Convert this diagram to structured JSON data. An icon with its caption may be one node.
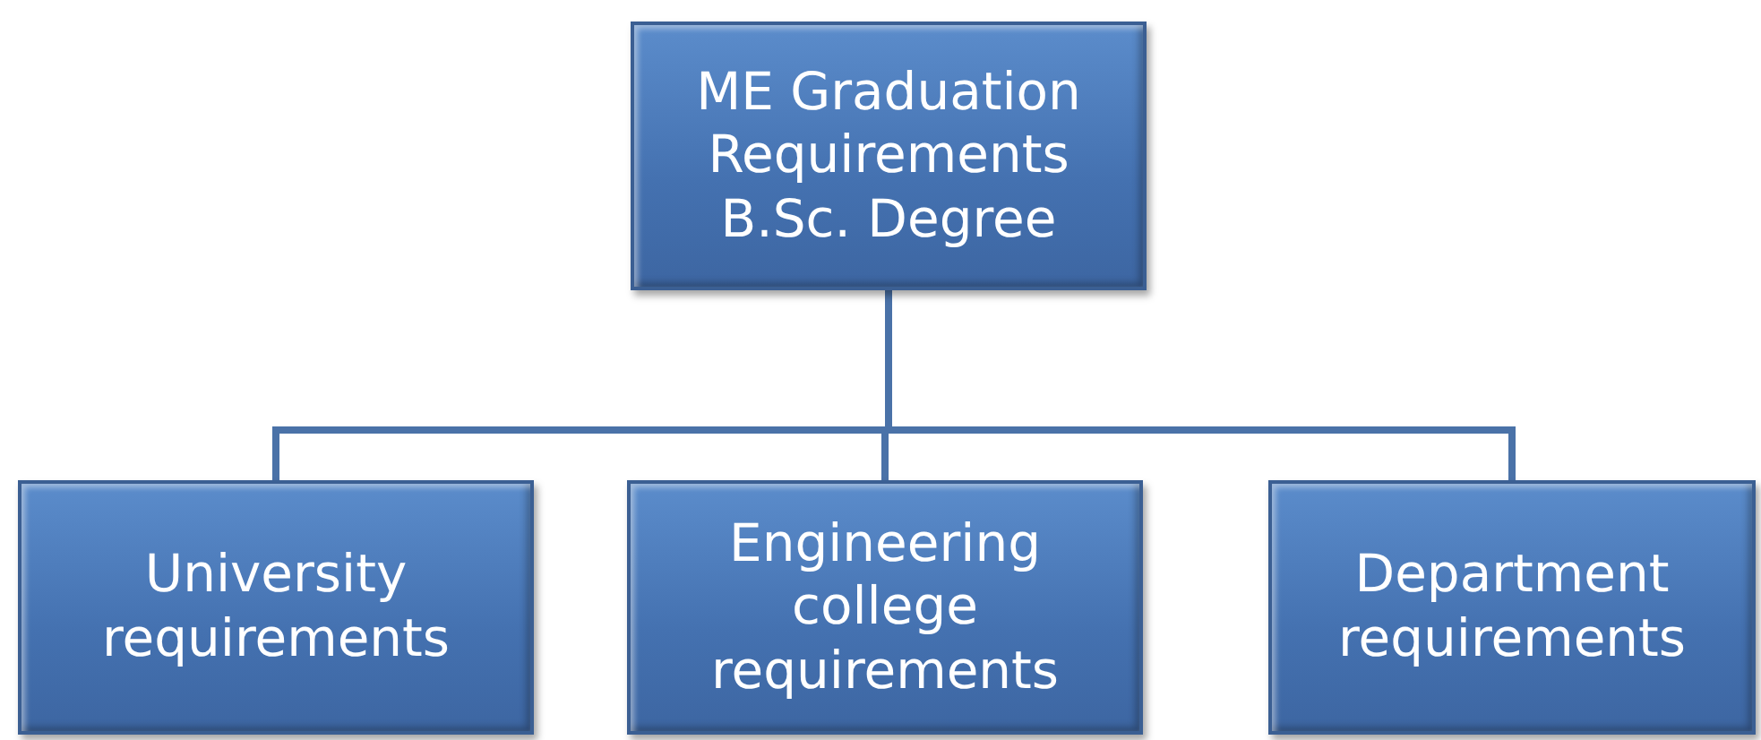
{
  "diagram": {
    "nodes": [
      {
        "text": [
          "ME Graduation Requirements B.Sc. Degree"
        ]
      },
      {
        "text": [
          "University requirements"
        ]
      },
      {
        "text": [
          "Engineering college requirements"
        ]
      },
      {
        "text": [
          "Department requirements"
        ]
      }
    ],
    "edges": [
      {
        "from": 0,
        "to": 1,
        "arrow": "none"
      },
      {
        "from": 0,
        "to": 2,
        "arrow": "none"
      },
      {
        "from": 0,
        "to": 3,
        "arrow": "none"
      }
    ]
  }
}
